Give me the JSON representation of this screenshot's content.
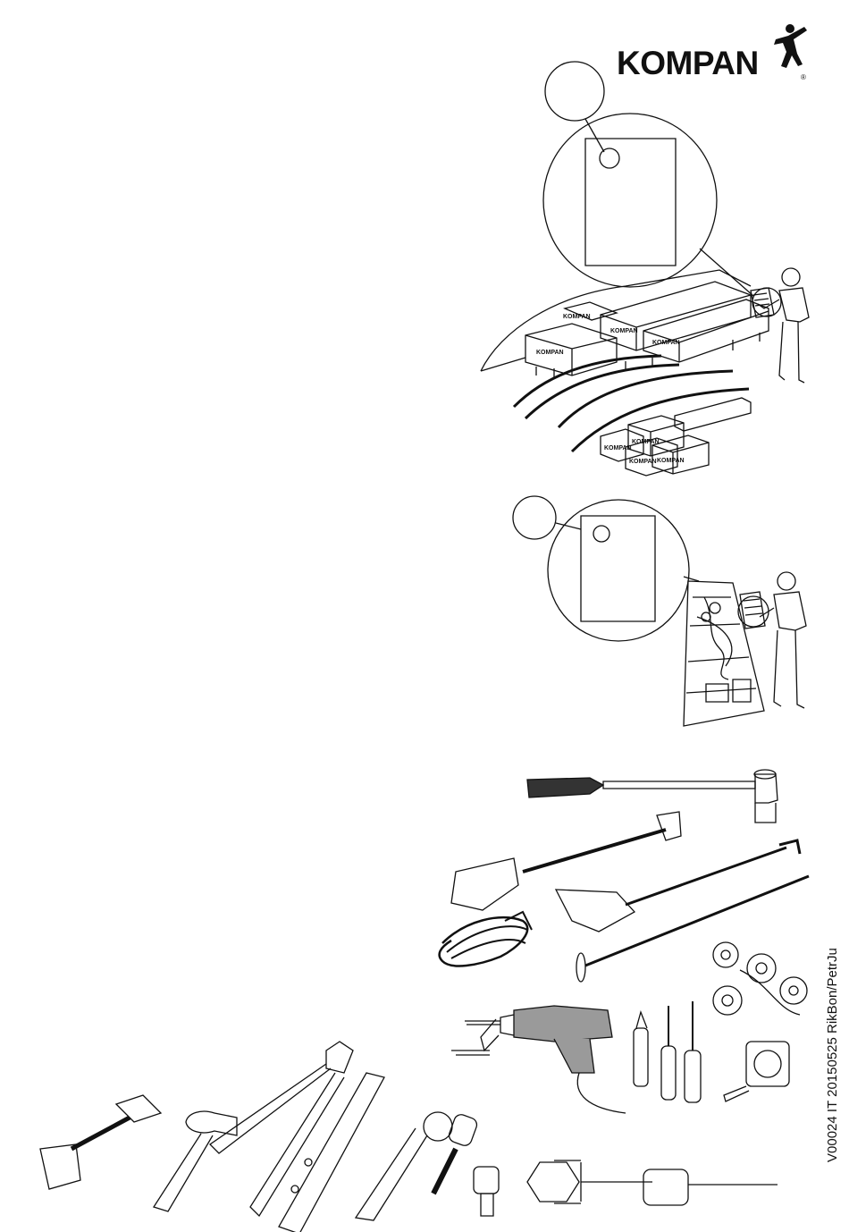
{
  "brand": {
    "name": "KOMPAN",
    "registered_mark": "®"
  },
  "document_code": "V00024 IT  20150525  RikBon/PetrJu",
  "box_label": "KOMPAN",
  "colors": {
    "ink": "#111111",
    "paper": "#ffffff",
    "tool_grey": "#9a9a9a",
    "grip_dark": "#333333"
  }
}
